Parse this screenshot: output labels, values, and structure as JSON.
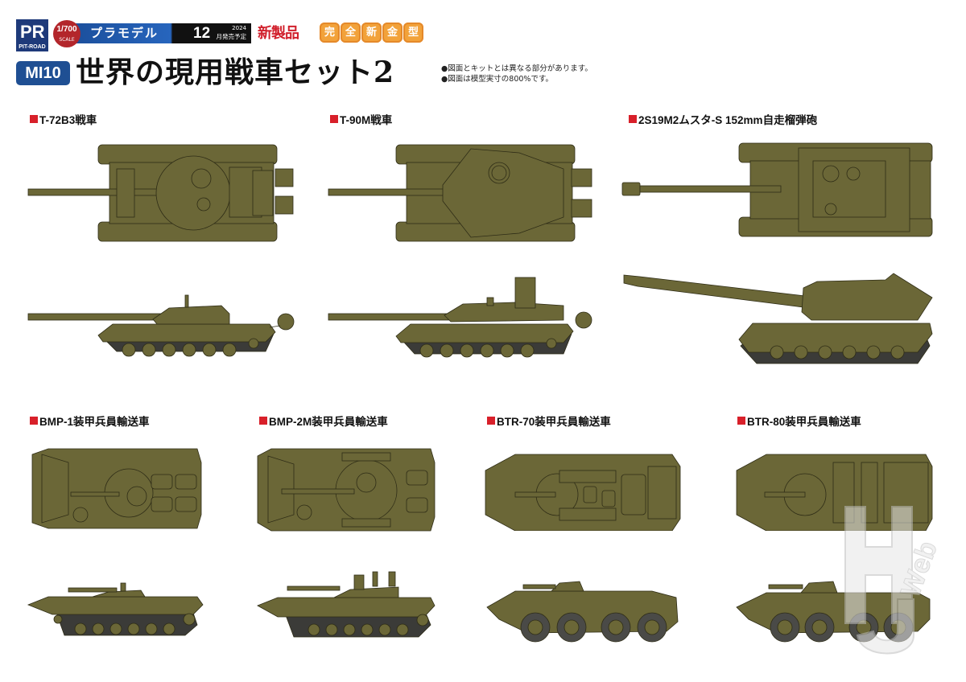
{
  "header": {
    "brand": {
      "logo_mark": "PR",
      "name": "PIT-ROAD"
    },
    "scale": {
      "value": "1/700",
      "label": "SCALE"
    },
    "banner": {
      "kit_type": "プラモデル",
      "release_month": "12",
      "release_year": "2024",
      "release_note": "月発売予定"
    },
    "new_product": "新製品",
    "new_mold_chars": [
      "完",
      "全",
      "新",
      "金",
      "型"
    ],
    "product_code": "MI10",
    "title": "世界の現用戦車セット2",
    "notes": [
      "●図面とキットとは異なる部分があります。",
      "●図面は模型実寸の800%です。"
    ]
  },
  "colors": {
    "vehicle_body": "#6b6737",
    "vehicle_line": "#2e2c16",
    "tracks": "#3b3b38",
    "label_square": "#d8202a",
    "brand_blue": "#1f4f93",
    "new_product_red": "#d1202c",
    "new_mold_orange": "#f2a23a"
  },
  "vehicles": [
    {
      "id": "t72b3",
      "label": "T-72B3戦車",
      "type": "tank",
      "views": [
        "top",
        "side"
      ]
    },
    {
      "id": "t90m",
      "label": "T-90M戦車",
      "type": "tank",
      "views": [
        "top",
        "side"
      ]
    },
    {
      "id": "2s19m2",
      "label": "2S19M2ムスタ-S 152mm自走榴弾砲",
      "type": "self-propelled-howitzer",
      "views": [
        "top",
        "side"
      ]
    },
    {
      "id": "bmp1",
      "label": "BMP-1装甲兵員輸送車",
      "type": "ifv",
      "views": [
        "top",
        "side"
      ]
    },
    {
      "id": "bmp2m",
      "label": "BMP-2M装甲兵員輸送車",
      "type": "ifv",
      "views": [
        "top",
        "side"
      ]
    },
    {
      "id": "btr70",
      "label": "BTR-70装甲兵員輸送車",
      "type": "wheeled-apc",
      "views": [
        "top",
        "side"
      ]
    },
    {
      "id": "btr80",
      "label": "BTR-80装甲兵員輸送車",
      "type": "wheeled-apc",
      "views": [
        "top",
        "side"
      ]
    }
  ],
  "watermark": {
    "text": "H Web"
  }
}
